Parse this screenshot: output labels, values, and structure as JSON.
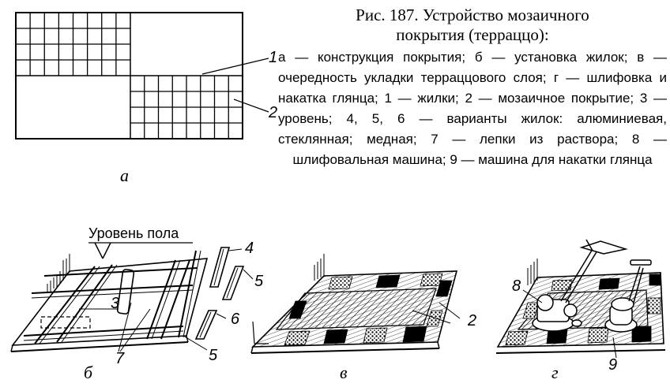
{
  "caption": {
    "title": "Рис. 187. Устройство мозаичного",
    "subtitle": "покрытия (терраццо):",
    "body": "а — конструкция покрытия; б — установка жилок; в — очередность укладки терраццового слоя; г — шлифовка и накатка глянца; 1 — жилки; 2 — мозаичное покрытие; 3 — уровень; 4, 5, 6 — варианты жилок: алюминиевая, стеклянная; медная; 7 — лепки из раствора; 8 — шлифовальная машина; 9 — машина для накатки глянца"
  },
  "panels": {
    "a": "а",
    "b": "б",
    "v": "в",
    "g": "г"
  },
  "labels": {
    "floor_level": "Уровень пола",
    "n1": "1",
    "n2a": "2",
    "n2v": "2",
    "n3": "3",
    "n4": "4",
    "n5a": "5",
    "n5b": "5",
    "n6": "6",
    "n7": "7",
    "n8": "8",
    "n9": "9"
  }
}
